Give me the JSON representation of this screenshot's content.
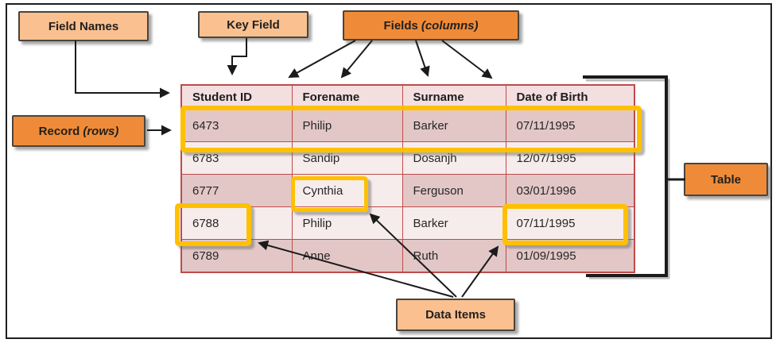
{
  "labels": {
    "field_names": "Field Names",
    "key_field": "Key Field",
    "fields": {
      "primary": "Fields",
      "secondary": "(columns)"
    },
    "record": {
      "primary": "Record",
      "secondary": "(rows)"
    },
    "table": "Table",
    "data_items": "Data Items"
  },
  "table": {
    "headers": [
      "Student ID",
      "Forename",
      "Surname",
      "Date of Birth"
    ],
    "rows": [
      [
        "6473",
        "Philip",
        "Barker",
        "07/11/1995"
      ],
      [
        "6783",
        "Sandip",
        "Dosanjh",
        "12/07/1995"
      ],
      [
        "6777",
        "Cynthia",
        "Ferguson",
        "03/01/1996"
      ],
      [
        "6788",
        "Philip",
        "Barker",
        "07/11/1995"
      ],
      [
        "6789",
        "Anne",
        "Ruth",
        "01/09/1995"
      ]
    ]
  },
  "colors": {
    "highlight": "#FFC000",
    "box_light": "#FAC090",
    "box_dark": "#EF8B38",
    "table_border": "#BE4B4B",
    "row_dark": "#E3C7C7",
    "row_light": "#F7ECEC",
    "header_bg": "#F3DFDF",
    "line": "#1B1B1B"
  }
}
